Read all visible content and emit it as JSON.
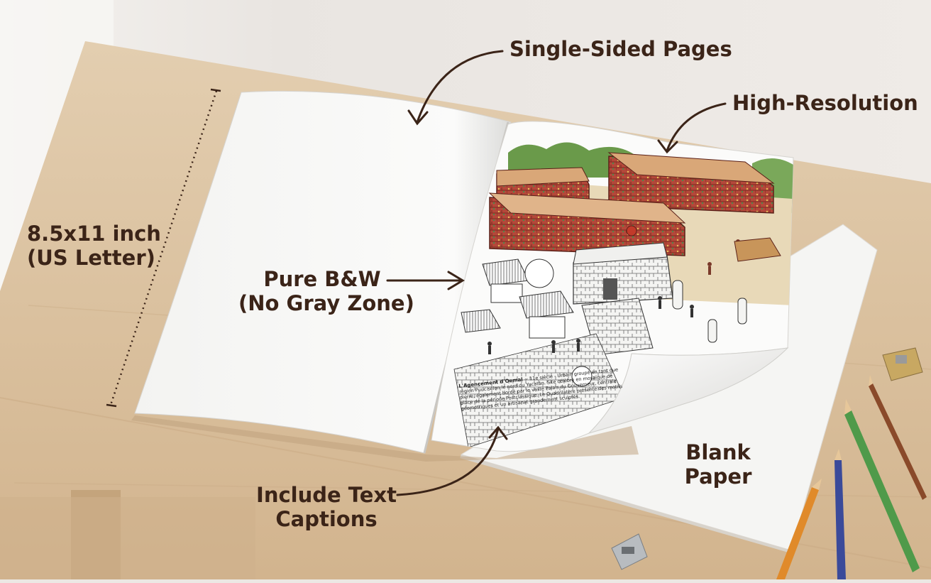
{
  "annotations": {
    "single_sided": "Single-Sided Pages",
    "high_resolution": "High-Resolution",
    "size_line1": "8.5x11 inch",
    "size_line2": "(US Letter)",
    "pure_bw_line1": "Pure B&W",
    "pure_bw_line2": "(No Gray Zone)",
    "include_line1": "Include Text",
    "include_line2": "Captions",
    "blank_line1": "Blank",
    "blank_line2": "Paper"
  },
  "page_caption": {
    "title": "L'Agencement d'Oemal",
    "body": "~ 11e siècle - Urbain groupé en tant que région Puuc selon le nord du Yucatán. Site célèbre en mosaïque de pierre, également bordé par le vaste Palais du Gouverneur, centrale place de la période Postclassique. Le Quadrilatère présente des motifs géométriques et un artisanat grandement sculptés."
  },
  "colors": {
    "label": "#3b2418",
    "table": "#dcc4a4",
    "paper": "#f7f7f5",
    "brick_red": "#b4483a",
    "foliage_green": "#6a9a4a"
  }
}
